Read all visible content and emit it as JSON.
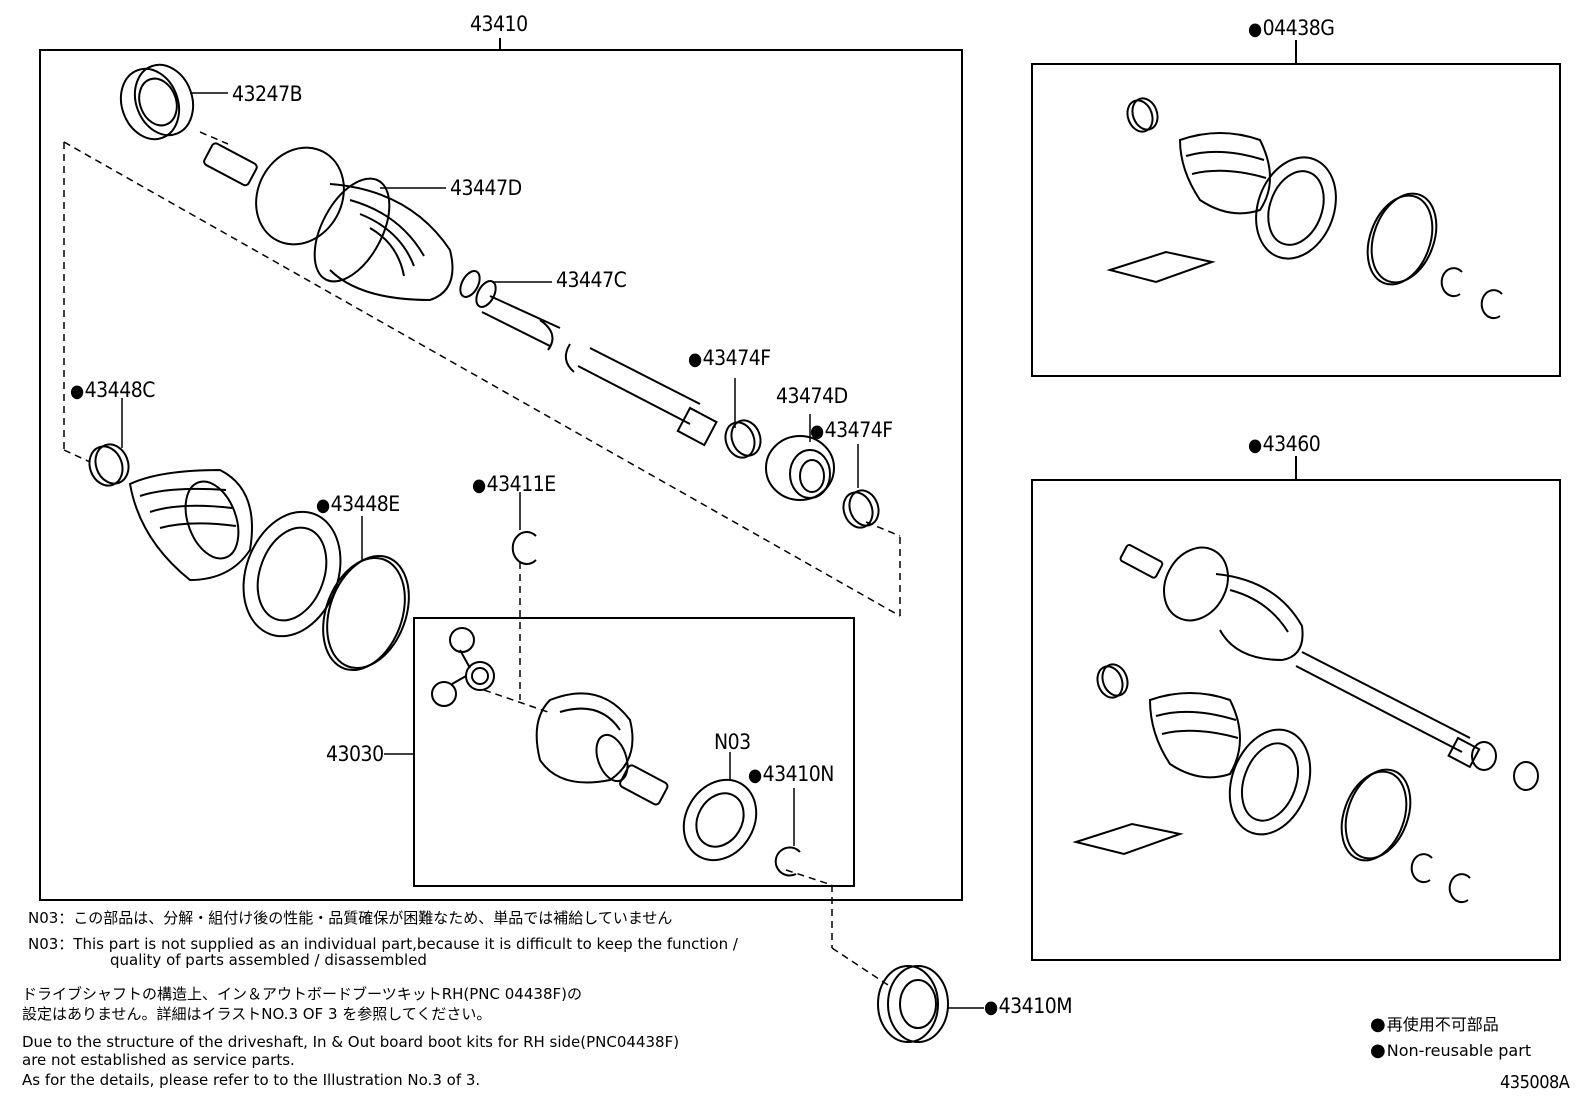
{
  "labels": {
    "assembly_main": "43410",
    "boot_kit_rh": "04438G",
    "assembly_rh": "43460",
    "dust_cover": "43247B",
    "boot_outboard": "43447D",
    "boot_clamp_small": "43447C",
    "ring_43474F_upper": "43474F",
    "damper": "43474D",
    "ring_43474F_lower": "43474F",
    "clamp_43448C": "43448C",
    "clamp_43448E": "43448E",
    "snap_ring_43411E": "43411E",
    "inboard_joint": "43030",
    "seal_N03": "N03",
    "snap_ring_43410N": "43410N",
    "bearing_43410M": "43410M",
    "figure_id": "435008A"
  },
  "notes": {
    "n03_ja": "N03：この部品は、分解・組付け後の性能・品質確保が困難なため、単品では補給していません",
    "n03_en_line1": "N03：This part is not supplied as an individual part,because it is difficult to keep the function /",
    "n03_en_line2": "quality of parts assembled / disassembled",
    "ja_line1": "ドライブシャフトの構造上、イン＆アウトボードブーツキットRH(PNC 04438F)の",
    "ja_line2": "設定はありません。詳細はイラストNO.3 OF 3 を参照してください。",
    "en_line1": "Due to the structure of the driveshaft, In & Out board  boot kits for RH side(PNC04438F)",
    "en_line2": "are not established as service parts.",
    "en_line3": "As for the details, please refer to to the Illustration No.3 of 3."
  },
  "legend": {
    "ja": "再使用不可部品",
    "en": "Non-reusable part"
  }
}
